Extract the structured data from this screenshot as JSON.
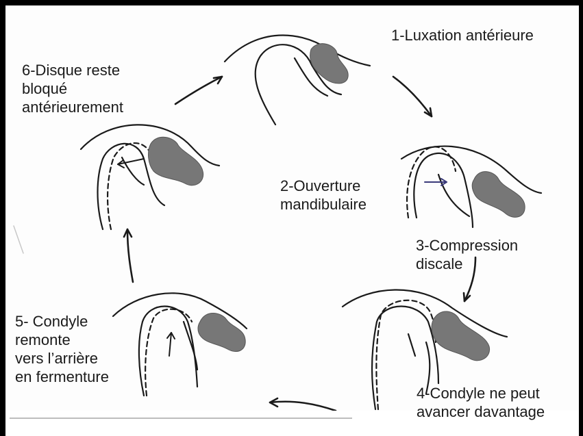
{
  "colors": {
    "ink": "#1a1a1a",
    "disc": "#777777",
    "frame": "#000000",
    "arrow_blue": "#3a3a7a"
  },
  "labels": {
    "step1": "1-Luxation antérieure",
    "step2": "2-Ouverture\nmandibulaire",
    "step3": "3-Compression\ndiscale",
    "step4": "4-Condyle ne peut\navancer davantage",
    "step5": "5- Condyle\nremonte\nvers l’arrière\nen fermenture",
    "step6": "6-Disque reste\nbloqué\nantérieurement"
  }
}
